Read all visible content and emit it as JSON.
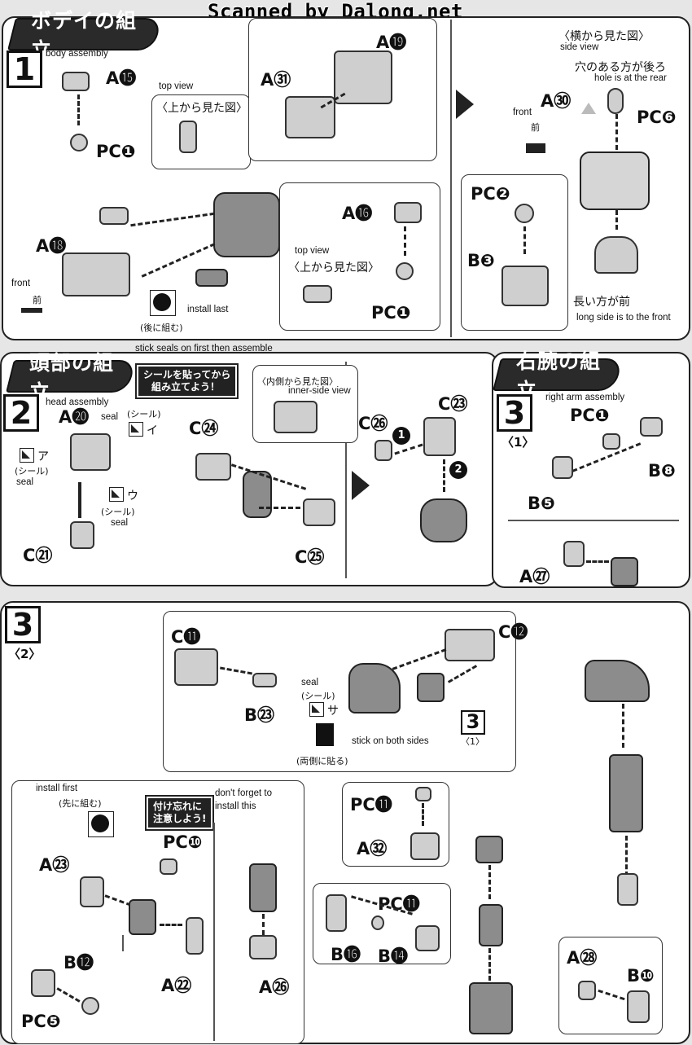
{
  "header": {
    "scan": "Scanned by Dalong.net"
  },
  "s1": {
    "title": "ボデイの組立",
    "step": "1",
    "body_en": "body assembly",
    "top_view_en": "top view",
    "top_view_jp": "〈上から見た図〉",
    "top_view2_en": "top view",
    "top_view2_jp": "〈上から見た図〉",
    "front_en": "front",
    "front_jp": "前",
    "install_last_en": "install last",
    "install_last_jp": "(後に組む)",
    "side_view_jp": "〈横から見た図〉",
    "side_view_en": "side view",
    "hole_jp": "穴のある方が後ろ",
    "hole_en": "hole is at the rear",
    "front2_en": "front",
    "front2_jp": "前",
    "long_jp": "長い方が前",
    "long_en": "long side is to the front",
    "parts": {
      "a15": "A⓯",
      "pc1": "PC❶",
      "a18": "A⓲",
      "a19": "A⓳",
      "a31": "A㉛",
      "a16": "A⓰",
      "pc1b": "PC❶",
      "a30": "A㉚",
      "pc6": "PC❻",
      "pc2": "PC❷",
      "b3": "B❸"
    }
  },
  "s2": {
    "title": "頭部の組立",
    "step": "2",
    "note_en": "stick seals on first then assemble",
    "badge_l1": "シールを貼ってから",
    "badge_l2": "組み立てよう！",
    "head_en": "head assembly",
    "seal_en1": "seal",
    "seal_en2": "seal",
    "seal_en3": "seal",
    "seal_jp1": "(シール)",
    "seal_jp2": "(シール)",
    "seal_jp3": "(シール)",
    "seal_a": "ア",
    "seal_i": "イ",
    "seal_u": "ウ",
    "inner_jp": "〈内側から見た図〉",
    "inner_en": "inner-side view",
    "parts": {
      "a20": "A⓴",
      "c21": "C㉑",
      "c24": "C㉔",
      "c25": "C㉕",
      "c26": "C㉖",
      "c23": "C㉓"
    },
    "n1": "1",
    "n2": "2"
  },
  "s3a": {
    "title": "右腕の組立",
    "step": "3",
    "sub": "〈1〉",
    "en": "right arm assembly",
    "parts": {
      "pc1": "PC❶",
      "b8": "B❽",
      "b5": "B❺",
      "a27": "A㉗"
    }
  },
  "s3b": {
    "step": "3",
    "sub": "〈2〉",
    "seal_en": "seal",
    "seal_jp": "(シール)",
    "seal_sa": "サ",
    "both_en": "stick on both sides",
    "both_jp": "(両側に貼る)",
    "ref_step": "3",
    "ref_sub": "〈1〉",
    "install_first_en": "install first",
    "install_first_jp": "(先に組む)",
    "badge_l1": "付け忘れに",
    "badge_l2": "注意しよう!",
    "dont_forget_en1": "don't forget to",
    "dont_forget_en2": "install this",
    "parts": {
      "c11": "C⓫",
      "c12": "C⓬",
      "b23": "B㉓",
      "pc10": "PC❿",
      "a23": "A㉓",
      "b12": "B⓬",
      "pc5": "PC❺",
      "a22": "A㉒",
      "a26": "A㉖",
      "pc11": "PC⓫",
      "a32": "A㉜",
      "pc11b": "PC⓫",
      "b16": "B⓰",
      "b14": "B⓮",
      "a28": "A㉘",
      "b10": "B❿"
    }
  }
}
